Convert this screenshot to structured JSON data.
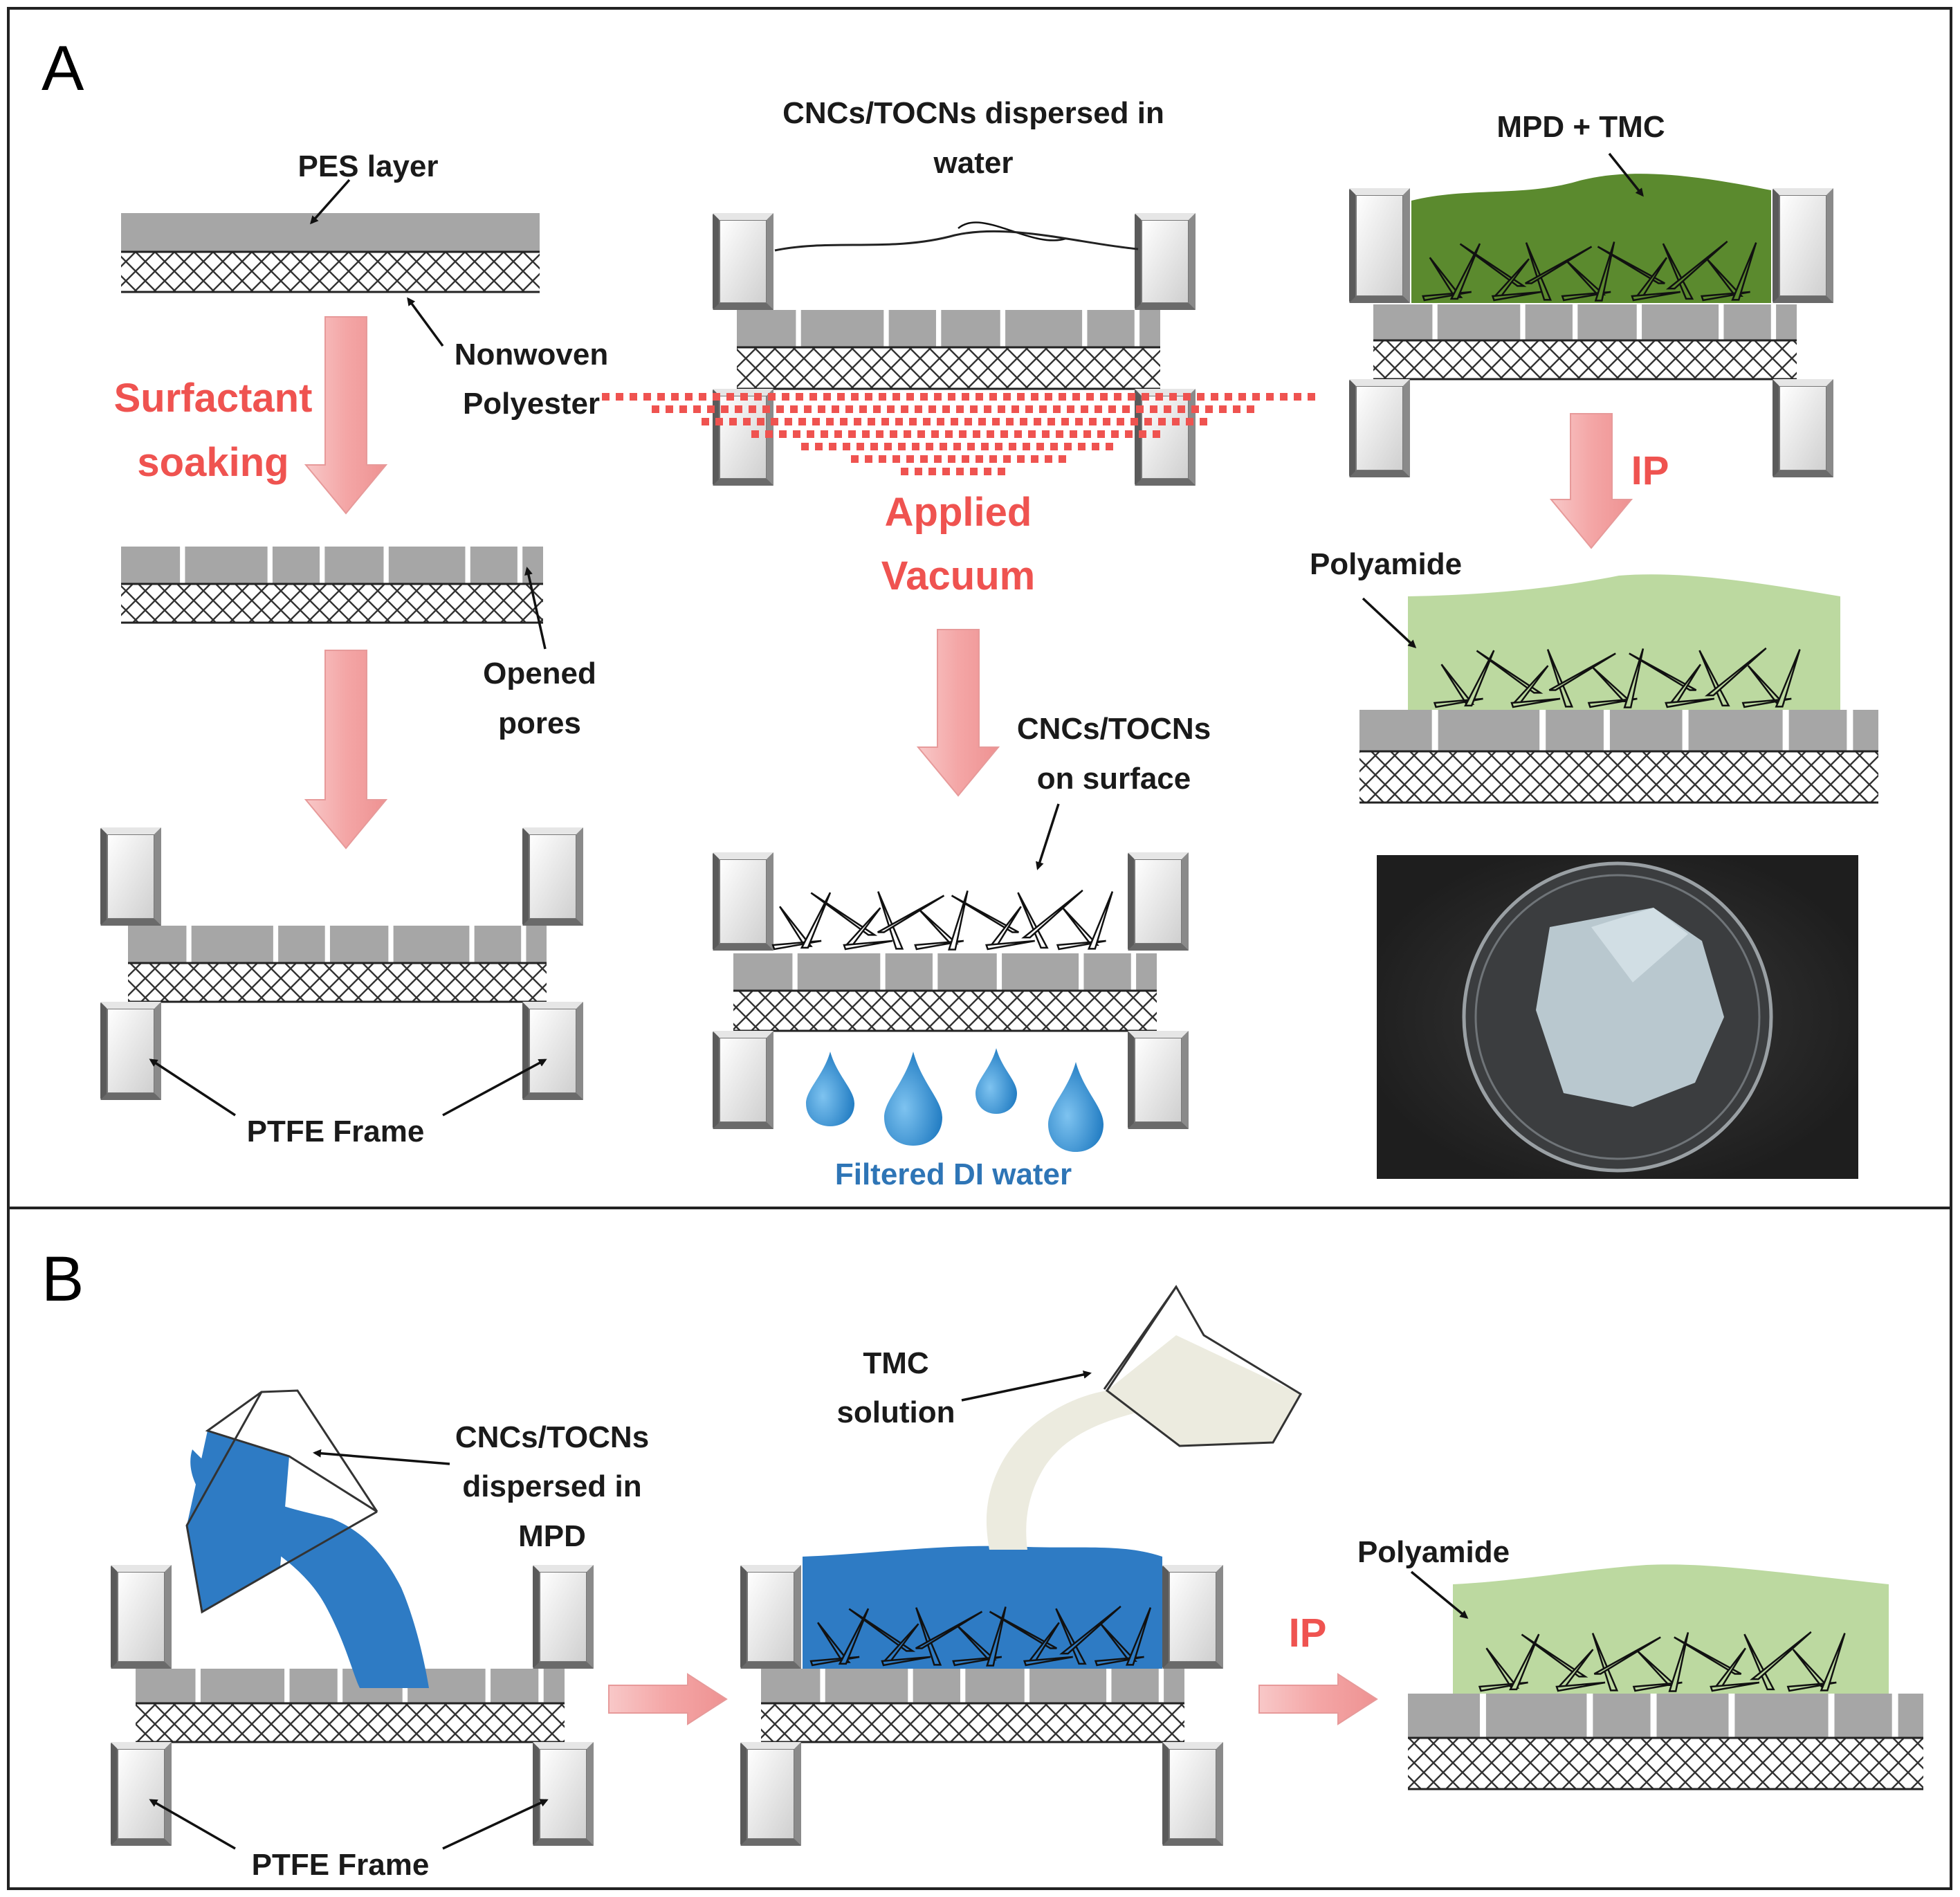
{
  "panels": {
    "a": {
      "letter": "A"
    },
    "b": {
      "letter": "B"
    }
  },
  "labels": {
    "pes_layer": "PES layer",
    "nonwoven_1": "Nonwoven",
    "nonwoven_2": "Polyester",
    "surfactant_1": "Surfactant",
    "surfactant_2": "soaking",
    "opened_1": "Opened",
    "opened_2": "pores",
    "ptfe_frame_a": "PTFE Frame",
    "cnc_water_1": "CNCs/TOCNs dispersed in",
    "cnc_water_2": "water",
    "vacuum_1": "Applied",
    "vacuum_2": "Vacuum",
    "cnc_surface_1": "CNCs/TOCNs",
    "cnc_surface_2": "on surface",
    "filtered_water": "Filtered DI water",
    "mpd_tmc": "MPD + TMC",
    "ip_a": "IP",
    "polyamide_a": "Polyamide",
    "cnc_mpd_1": "CNCs/TOCNs",
    "cnc_mpd_2": "dispersed in",
    "cnc_mpd_3": "MPD",
    "tmc_1": "TMC",
    "tmc_2": "solution",
    "ip_b": "IP",
    "polyamide_b": "Polyamide",
    "ptfe_frame_b": "PTFE Frame"
  },
  "colors": {
    "pes": "#a6a6a6",
    "frame_face": "#ffffff",
    "frame_edge": "#3a3a3a",
    "arrow_pink": "#f4b6b6",
    "label_red": "#ef5350",
    "label_blue": "#2e75b6",
    "mpd_tmc_green": "#5b8a2e",
    "polyamide_green": "#bcd9a0",
    "mpd_blue": "#2e7bc4",
    "tmc_cream": "#ecebdf"
  }
}
